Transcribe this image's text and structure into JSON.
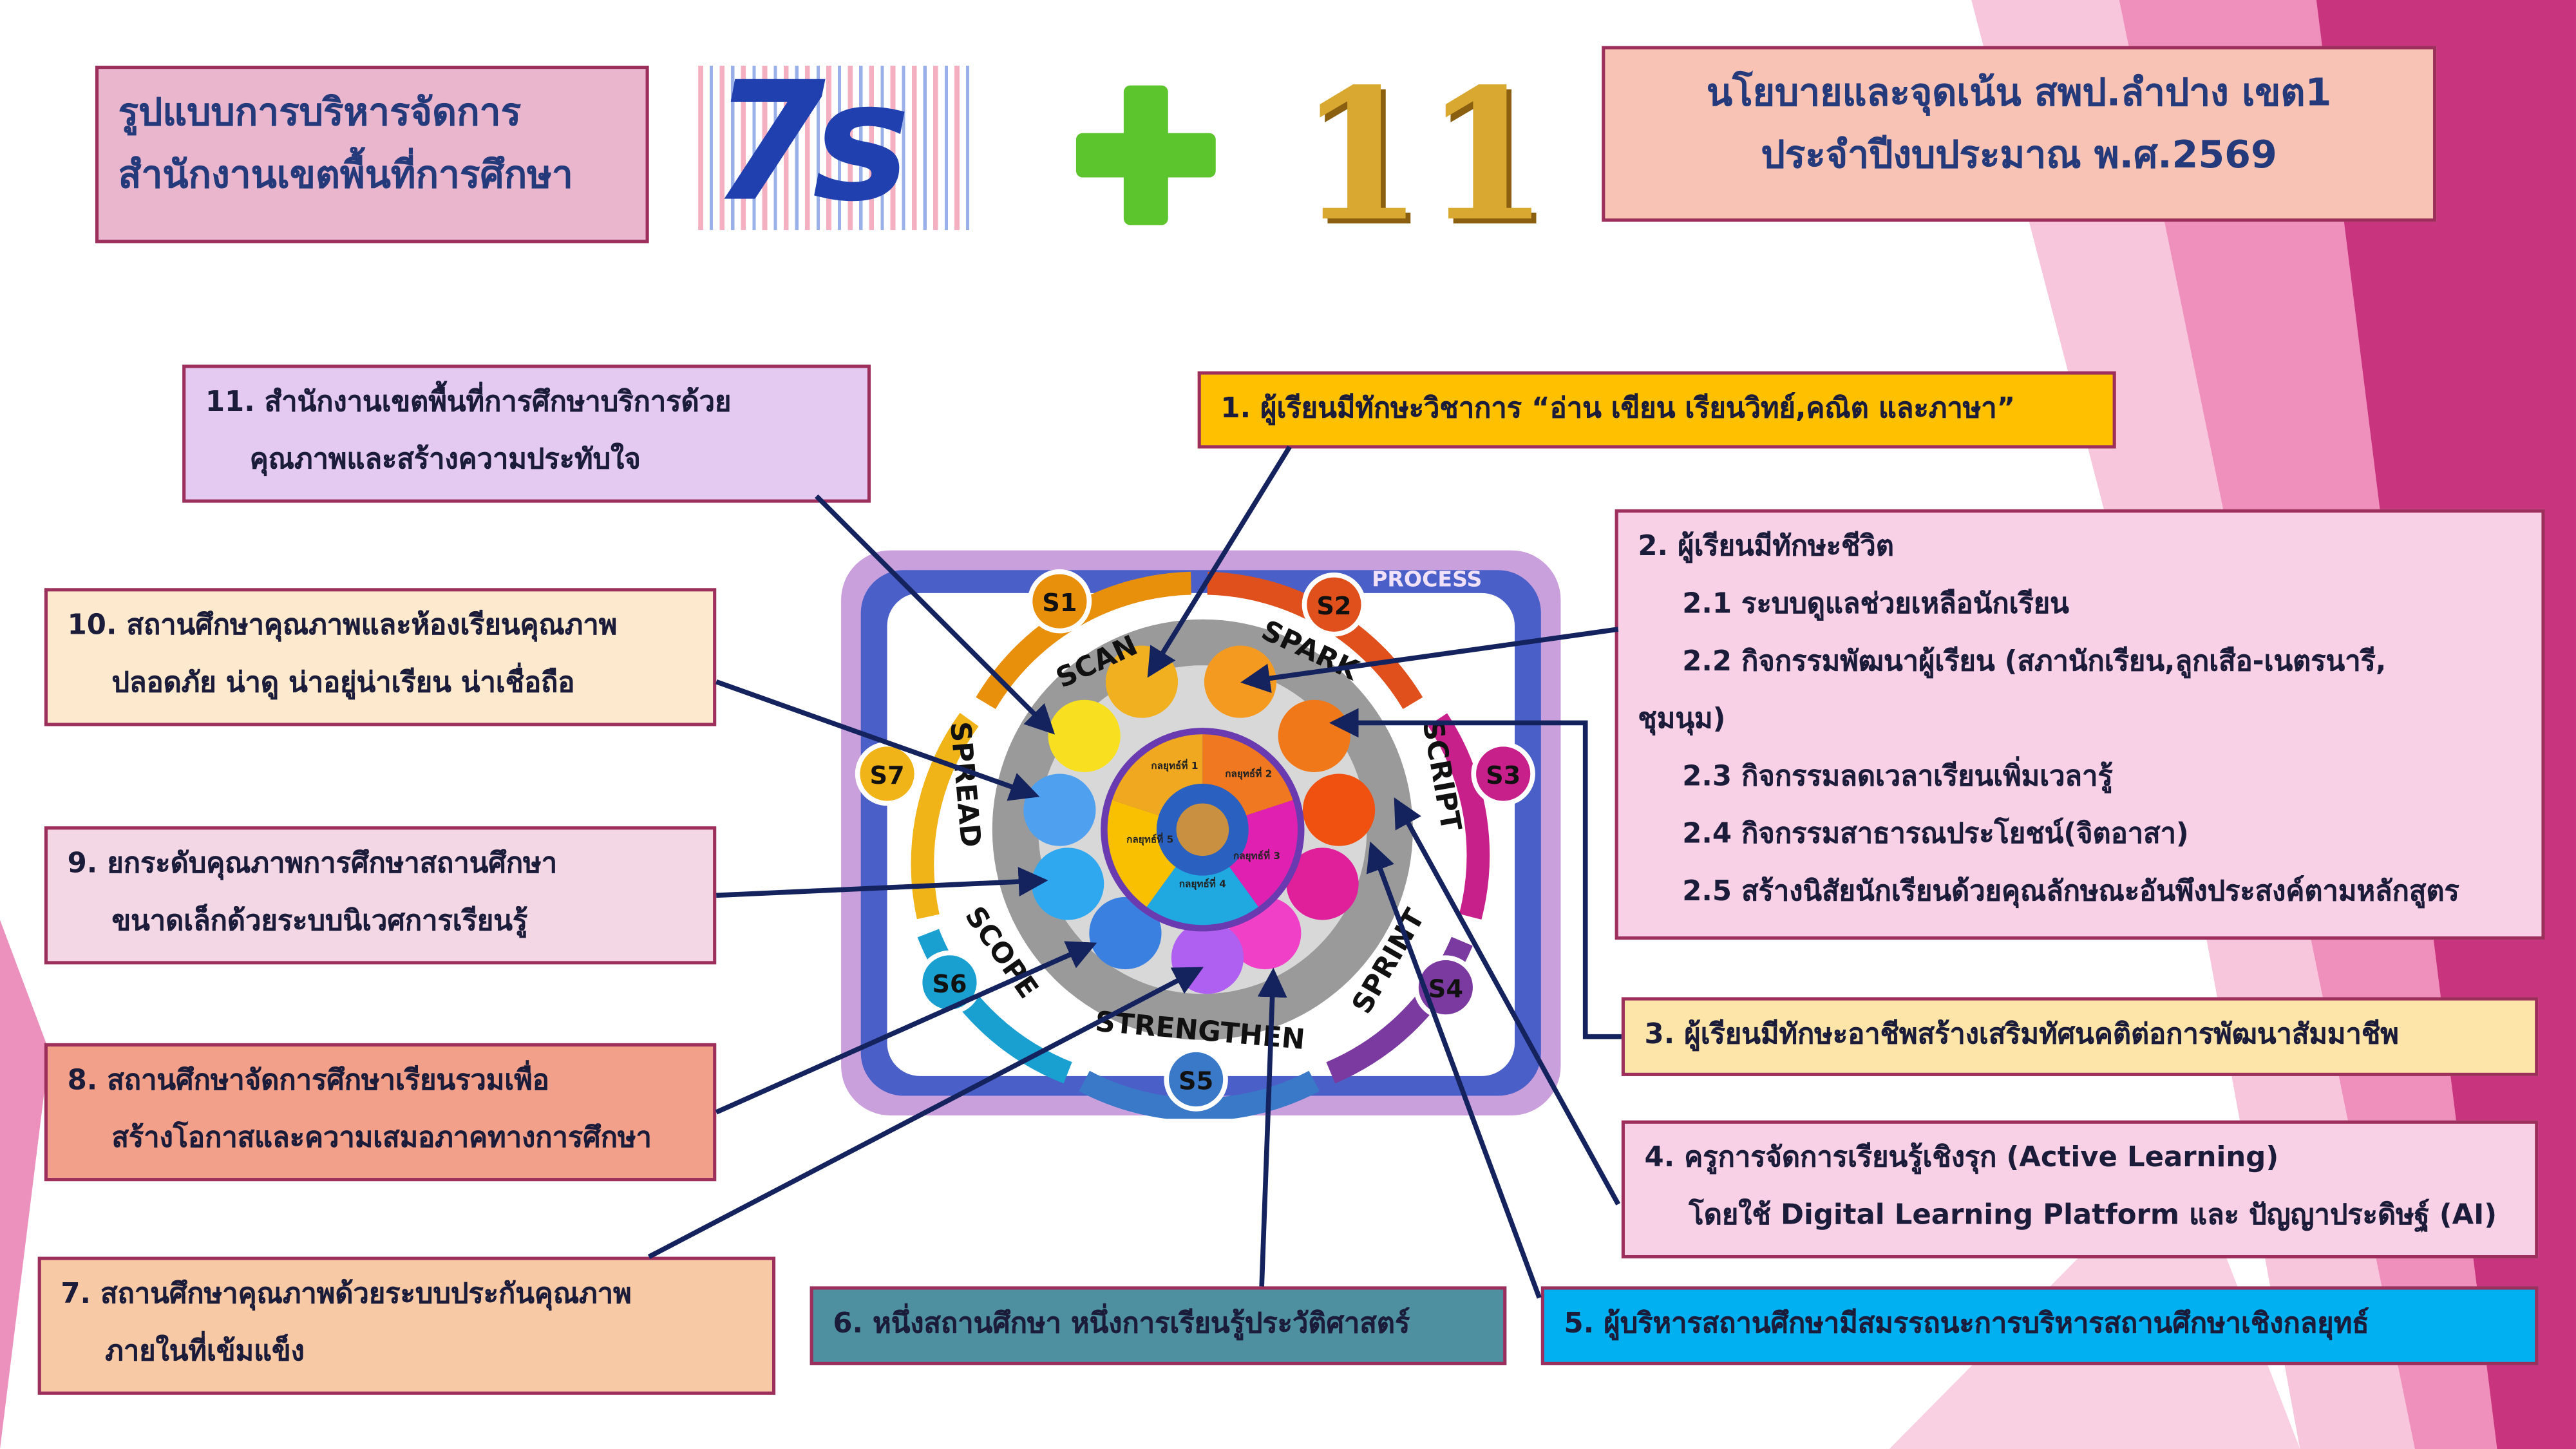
{
  "header": {
    "left_title": [
      "รูปแบบการบริหารจัดการ",
      "สำนักงานเขตพื้นที่การศึกษา"
    ],
    "logo_7s": "7s",
    "plus_icon": "plus-icon",
    "logo_11": "11",
    "right_title": [
      "นโยบายและจุดเน้น สพป.ลำปาง เขต1",
      "ประจำปีงบประมาณ พ.ศ.2569"
    ]
  },
  "diagram": {
    "process_label": "PROCESS",
    "stages": [
      {
        "badge": "S1",
        "label": "SCAN"
      },
      {
        "badge": "S2",
        "label": "SPARK"
      },
      {
        "badge": "S3",
        "label": "SCRIPT"
      },
      {
        "badge": "S4",
        "label": "SPRINT"
      },
      {
        "badge": "S5",
        "label": "STRENGTHEN"
      },
      {
        "badge": "S6",
        "label": "SCOPE"
      },
      {
        "badge": "S7",
        "label": "SPREAD"
      }
    ],
    "strategies": [
      "กลยุทธ์ที่ 1",
      "กลยุทธ์ที่ 2",
      "กลยุทธ์ที่ 3",
      "กลยุทธ์ที่ 4",
      "กลยุทธ์ที่ 5"
    ],
    "colors": {
      "s1": "#e8900c",
      "s2": "#e0501c",
      "s3": "#c8208a",
      "s4": "#7a3aa0",
      "s5": "#3a78c8",
      "s6": "#1aa0d0",
      "s7": "#f0b418"
    }
  },
  "policies": {
    "p1": "1. ผู้เรียนมีทักษะวิชาการ “อ่าน เขียน เรียนวิทย์,คณิต และภาษา”",
    "p2": {
      "title": "2. ผู้เรียนมีทักษะชีวิต",
      "items": [
        "2.1 ระบบดูแลช่วยเหลือนักเรียน",
        "2.2 กิจกรรมพัฒนาผู้เรียน (สภานักเรียน,ลูกเสือ-เนตรนารี,",
        "ชุมนุม)",
        "2.3 กิจกรรมลดเวลาเรียนเพิ่มเวลารู้",
        "2.4 กิจกรรมสาธารณประโยชน์(จิตอาสา)",
        "2.5 สร้างนิสัยนักเรียนด้วยคุณลักษณะอันพึงประสงค์ตามหลักสูตร"
      ]
    },
    "p3": "3. ผู้เรียนมีทักษะอาชีพสร้างเสริมทัศนคติต่อการพัฒนาสัมมาชีพ",
    "p4": [
      "4. ครูการจัดการเรียนรู้เชิงรุก (Active Learning)",
      "โดยใช้ Digital Learning Platform และ ปัญญาประดิษฐ์ (AI)"
    ],
    "p5": "5. ผู้บริหารสถานศึกษามีสมรรถนะการบริหารสถานศึกษาเชิงกลยุทธ์",
    "p6": "6. หนึ่งสถานศึกษา หนึ่งการเรียนรู้ประวัติศาสตร์",
    "p7": [
      "7. สถานศึกษาคุณภาพด้วยระบบประกันคุณภาพ",
      "ภายในที่เข้มแข็ง"
    ],
    "p8": [
      "8. สถานศึกษาจัดการศึกษาเรียนรวมเพื่อ",
      "สร้างโอกาสและความเสมอภาคทางการศึกษา"
    ],
    "p9": [
      "9. ยกระดับคุณภาพการศึกษาสถานศึกษา",
      "ขนาดเล็กด้วยระบบนิเวศการเรียนรู้"
    ],
    "p10": [
      "10. สถานศึกษาคุณภาพและห้องเรียนคุณภาพ",
      "ปลอดภัย น่าดู น่าอยู่น่าเรียน น่าเชื่อถือ"
    ],
    "p11": [
      "11. สำนักงานเขตพื้นที่การศึกษาบริการด้วย",
      "คุณภาพและสร้างความประทับใจ"
    ]
  }
}
